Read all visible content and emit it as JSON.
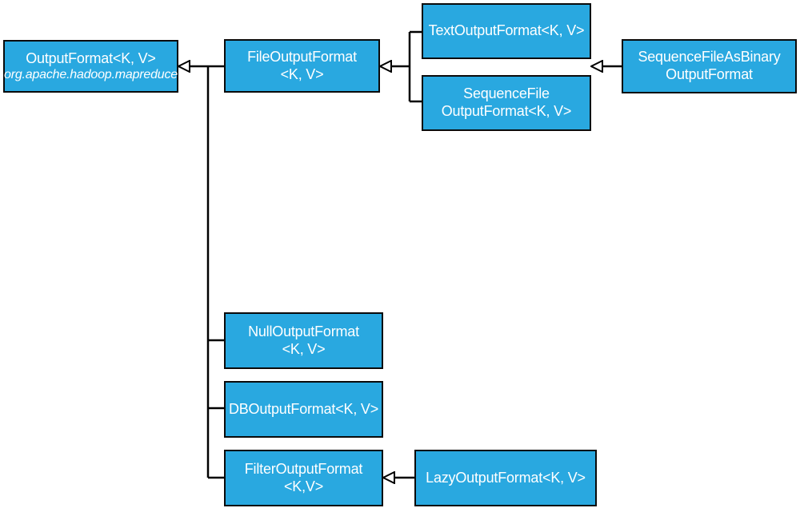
{
  "nodes": {
    "output_format": {
      "line1": "OutputFormat<K, V>",
      "package": "org.apache.hadoop.mapreduce"
    },
    "file_output_format": {
      "line1": "FileOutputFormat",
      "line2": "<K, V>"
    },
    "text_output_format": {
      "line1": "TextOutputFormat<K, V>"
    },
    "sequence_file_output_format": {
      "line1": "SequenceFile",
      "line2": "OutputFormat<K, V>"
    },
    "sequence_file_as_binary_output_format": {
      "line1": "SequenceFileAsBinary",
      "line2": "OutputFormat"
    },
    "null_output_format": {
      "line1": "NullOutputFormat",
      "line2": "<K, V>"
    },
    "db_output_format": {
      "line1": "DBOutputFormat<K, V>"
    },
    "filter_output_format": {
      "line1": "FilterOutputFormat",
      "line2": "<K,V>"
    },
    "lazy_output_format": {
      "line1": "LazyOutputFormat<K, V>"
    }
  },
  "colors": {
    "node_fill": "#29a8e0",
    "node_border": "#0a0a0a",
    "node_text": "#ffffff",
    "connector": "#000000"
  }
}
